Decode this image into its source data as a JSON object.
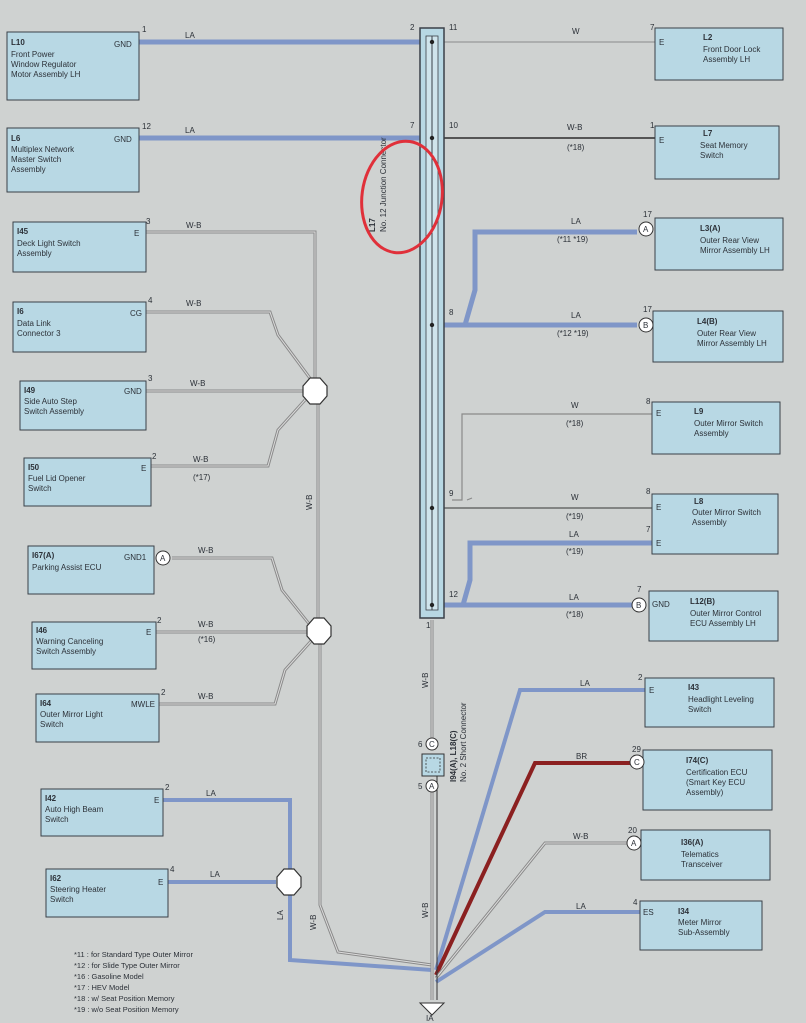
{
  "colors": {
    "background": "#cfd2d1",
    "component_fill": "#b8d8e4",
    "component_stroke": "#3a4048",
    "wire_la": "#7f96c8",
    "wire_wb": "#8a8a8a",
    "wire_br": "#8b2020",
    "annotation_circle": "#e0303a"
  },
  "junction_connector": {
    "id": "L17",
    "name": "No. 12 Junction Connector",
    "pins": {
      "p2": "2",
      "p11": "11",
      "p7": "7",
      "p10": "10",
      "p8": "8",
      "p9": "9",
      "p12": "12",
      "p1": "1"
    }
  },
  "short_connector": {
    "id": "I94(A), L18(C)",
    "name": "No. 2 Short Connector",
    "connector_c": "C",
    "connector_a": "A",
    "pin_c": "6",
    "pin_a": "5"
  },
  "components_left": [
    {
      "id": "L10",
      "name": [
        "Front Power",
        "Window Regulator",
        "Motor Assembly LH"
      ],
      "terminal": "GND",
      "pin": "1",
      "wire": "LA"
    },
    {
      "id": "L6",
      "name": [
        "Multiplex Network",
        "Master Switch",
        "Assembly"
      ],
      "terminal": "GND",
      "pin": "12",
      "wire": "LA"
    },
    {
      "id": "I45",
      "name": [
        "Deck Light Switch",
        "Assembly"
      ],
      "terminal": "E",
      "pin": "3",
      "wire": "W-B"
    },
    {
      "id": "I6",
      "name": [
        "Data Link",
        "Connector 3"
      ],
      "terminal": "CG",
      "pin": "4",
      "wire": "W-B"
    },
    {
      "id": "I49",
      "name": [
        "Side Auto Step",
        "Switch Assembly"
      ],
      "terminal": "GND",
      "pin": "3",
      "wire": "W-B"
    },
    {
      "id": "I50",
      "name": [
        "Fuel Lid Opener",
        "Switch"
      ],
      "terminal": "E",
      "pin": "2",
      "wire": "W-B",
      "note": "(*17)"
    },
    {
      "id": "I67(A)",
      "name": [
        "Parking Assist ECU"
      ],
      "terminal": "GND1",
      "pin": "",
      "connector": "A",
      "wire": "W-B"
    },
    {
      "id": "I46",
      "name": [
        "Warning Canceling",
        "Switch Assembly"
      ],
      "terminal": "E",
      "pin": "2",
      "wire": "W-B",
      "note": "(*16)"
    },
    {
      "id": "I64",
      "name": [
        "Outer Mirror Light",
        "Switch"
      ],
      "terminal": "MWLE",
      "pin": "2",
      "wire": "W-B"
    },
    {
      "id": "I42",
      "name": [
        "Auto High Beam",
        "Switch"
      ],
      "terminal": "E",
      "pin": "2",
      "wire": "LA"
    },
    {
      "id": "I62",
      "name": [
        "Steering Heater",
        "Switch"
      ],
      "terminal": "E",
      "pin": "4",
      "wire": "LA"
    }
  ],
  "components_right": [
    {
      "id": "L2",
      "name": [
        "Front Door Lock",
        "Assembly LH"
      ],
      "terminal": "E",
      "pin": "7",
      "wire": "W"
    },
    {
      "id": "L7",
      "name": [
        "Seat Memory",
        "Switch"
      ],
      "terminal": "E",
      "pin": "1",
      "wire": "W-B",
      "note": "(*18)"
    },
    {
      "id": "L3(A)",
      "name": [
        "Outer Rear View",
        "Mirror Assembly LH"
      ],
      "terminal": "",
      "pin": "17",
      "connector": "A",
      "wire": "LA",
      "note": "(*11 *19)"
    },
    {
      "id": "L4(B)",
      "name": [
        "Outer Rear View",
        "Mirror Assembly LH"
      ],
      "terminal": "",
      "pin": "17",
      "connector": "B",
      "wire": "LA",
      "note": "(*12 *19)"
    },
    {
      "id": "L9",
      "name": [
        "Outer Mirror Switch",
        "Assembly"
      ],
      "terminal": "E",
      "pin": "8",
      "wire": "W",
      "note": "(*18)"
    },
    {
      "id": "L8",
      "name": [
        "Outer Mirror Switch",
        "Assembly"
      ],
      "terminal": "E",
      "pin": "8",
      "wire": "W",
      "note": "(*19)",
      "terminal2": "E",
      "pin2": "7",
      "wire2": "LA",
      "note2": "(*19)"
    },
    {
      "id": "L12(B)",
      "name": [
        "Outer Mirror Control",
        "ECU Assembly LH"
      ],
      "terminal": "GND",
      "pin": "7",
      "connector": "B",
      "wire": "LA",
      "note": "(*18)"
    },
    {
      "id": "I43",
      "name": [
        "Headlight Leveling",
        "Switch"
      ],
      "terminal": "E",
      "pin": "2",
      "wire": "LA"
    },
    {
      "id": "I74(C)",
      "name": [
        "Certification ECU",
        "(Smart Key ECU",
        "Assembly)"
      ],
      "terminal": "",
      "pin": "29",
      "connector": "C",
      "wire": "BR"
    },
    {
      "id": "I36(A)",
      "name": [
        "Telematics",
        "Transceiver"
      ],
      "terminal": "",
      "pin": "20",
      "connector": "A",
      "wire": "W-B"
    },
    {
      "id": "I34",
      "name": [
        "Meter Mirror",
        "Sub-Assembly"
      ],
      "terminal": "ES",
      "pin": "4",
      "wire": "LA"
    }
  ],
  "trunk_wire_labels": {
    "left_vertical": "W-B",
    "center_upper": "W-B",
    "center_lower": "W-B",
    "left_bottom_la": "LA",
    "left_bottom_wb": "W-B"
  },
  "ground": {
    "label": "IA"
  },
  "notes": [
    "*11 : for Standard Type Outer Mirror",
    "*12 : for Slide Type Outer Mirror",
    "*16 : Gasoline Model",
    "*17 : HEV Model",
    "*18 : w/ Seat Position Memory",
    "*19 : w/o Seat Position Memory"
  ]
}
